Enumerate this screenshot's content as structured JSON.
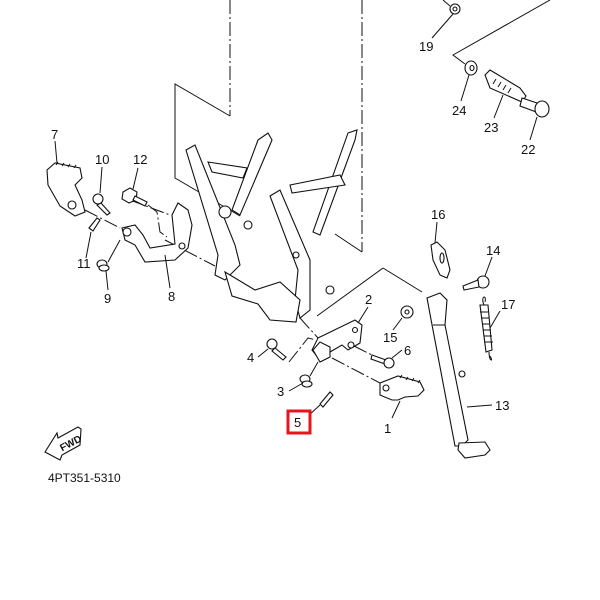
{
  "diagram": {
    "drawing_code": "4PT351-5310",
    "direction_badge": "FWD",
    "highlight_color": "#e8141b",
    "highlighted_callout": "5",
    "callouts": {
      "p1": "1",
      "p2": "2",
      "p3": "3",
      "p4": "4",
      "p5": "5",
      "p6": "6",
      "p7": "7",
      "p8": "8",
      "p9": "9",
      "p10": "10",
      "p11": "11",
      "p12": "12",
      "p13": "13",
      "p14": "14",
      "p15": "15",
      "p16": "16",
      "p17": "17",
      "p19": "19",
      "p22": "22",
      "p23": "23",
      "p24": "24"
    }
  }
}
